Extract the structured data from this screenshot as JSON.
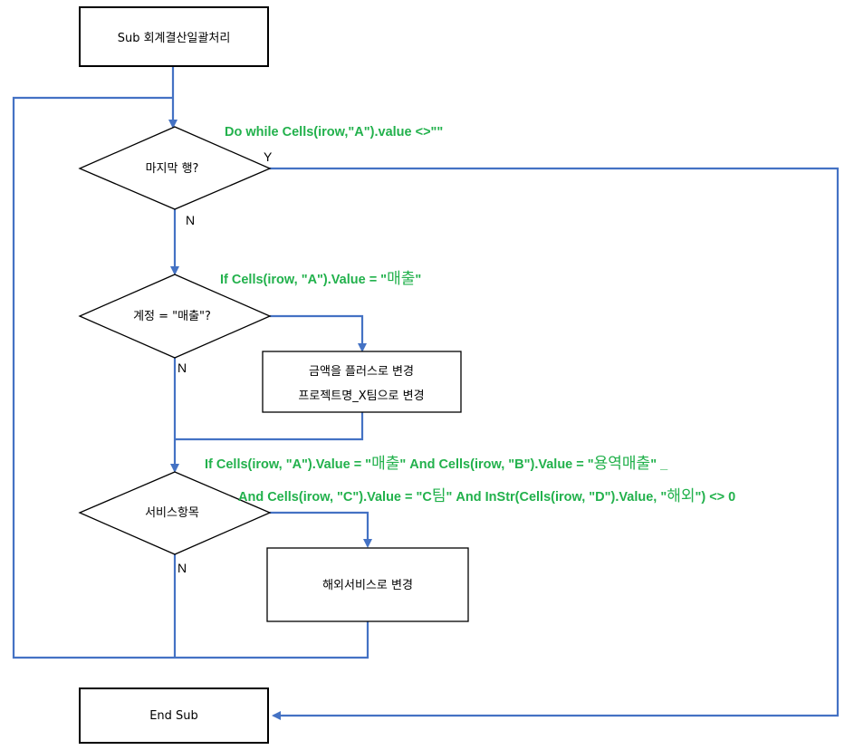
{
  "colors": {
    "connector": "#4472c4",
    "code_text": "#22b14c",
    "shape_border": "#000000"
  },
  "nodes": {
    "start": "Sub 회계결산일괄처리",
    "decision1": "마지막 행?",
    "decision2": "계정 = \"매출\"?",
    "action1_line1": "금액을 플러스로 변경",
    "action1_line2": "프로젝트명_X팀으로 변경",
    "decision3": "서비스항목",
    "action2": "해외서비스로 변경",
    "end": "End Sub"
  },
  "edges": {
    "yes": "Y",
    "no": "N"
  },
  "code": {
    "loop": "Do while Cells(irow,\"A\").value <>\"\"",
    "if1_a": "If Cells(irow, \"A\").Value = \"",
    "if1_b": "매출",
    "if1_c": "\"",
    "if2_line1_a": "If Cells(irow, \"A\").Value = \"",
    "if2_line1_b": "매출",
    "if2_line1_c": "\" And Cells(irow, \"B\").Value = \"",
    "if2_line1_d": "용역매출",
    "if2_line1_e": "\" _",
    "if2_line2_a": "And Cells(irow, \"C\").Value = \"C",
    "if2_line2_b": "팀",
    "if2_line2_c": "\" And InStr(Cells(irow, \"D\").Value, \"",
    "if2_line2_d": "해외",
    "if2_line2_e": "\") <> 0"
  }
}
